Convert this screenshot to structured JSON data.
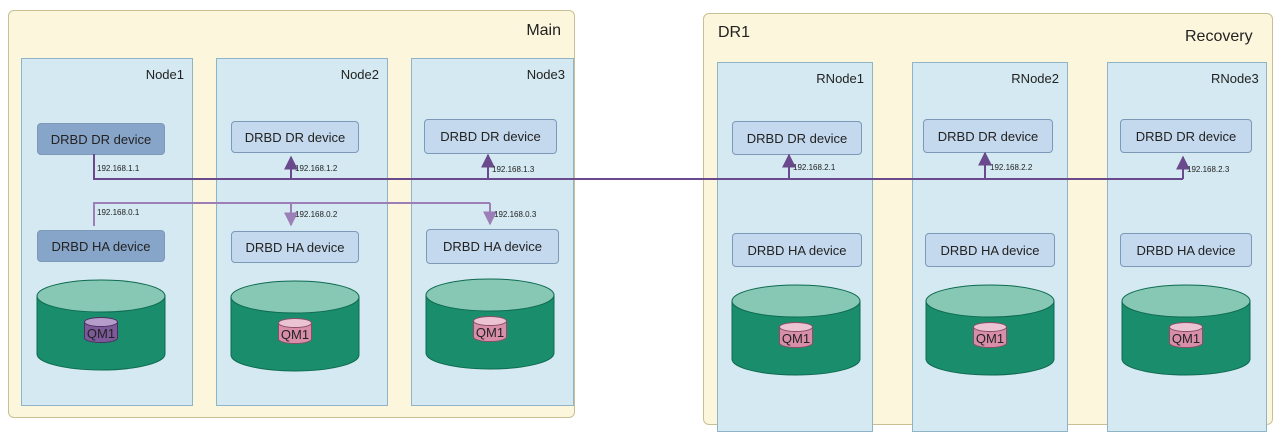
{
  "sites": {
    "main": {
      "label": "Main",
      "nodes": [
        {
          "label": "Node1",
          "dr_device": "DRBD DR device",
          "ha_device": "DRBD HA device",
          "qm": "QM1",
          "dr_ip": "192.168.1.1",
          "ha_ip": "192.168.0.1"
        },
        {
          "label": "Node2",
          "dr_device": "DRBD DR device",
          "ha_device": "DRBD HA device",
          "qm": "QM1",
          "dr_ip": "192.168.1.2",
          "ha_ip": "192.168.0.2"
        },
        {
          "label": "Node3",
          "dr_device": "DRBD DR device",
          "ha_device": "DRBD HA device",
          "qm": "QM1",
          "dr_ip": "192.168.1.3",
          "ha_ip": "192.168.0.3"
        }
      ]
    },
    "dr1": {
      "label": "DR1",
      "role": "Recovery",
      "nodes": [
        {
          "label": "RNode1",
          "dr_device": "DRBD DR device",
          "ha_device": "DRBD HA device",
          "qm": "QM1",
          "dr_ip": "192.168.2.1"
        },
        {
          "label": "RNode2",
          "dr_device": "DRBD DR device",
          "ha_device": "DRBD HA device",
          "qm": "QM1",
          "dr_ip": "192.168.2.2"
        },
        {
          "label": "RNode3",
          "dr_device": "DRBD DR device",
          "ha_device": "DRBD HA device",
          "qm": "QM1",
          "dr_ip": "192.168.2.3"
        }
      ]
    }
  },
  "colors": {
    "site_background": "#fcf7dc",
    "node_background": "#d4e9f1",
    "active_device": "#87a5c9",
    "standby_device": "#c4d9ee",
    "disk": "#1a8e6c",
    "disk_top": "#87c8b4",
    "active_qm": "#7c5a99",
    "standby_qm": "#d88ea8",
    "dr_link": "#6a4a8c",
    "ha_link": "#9b7fb6"
  }
}
